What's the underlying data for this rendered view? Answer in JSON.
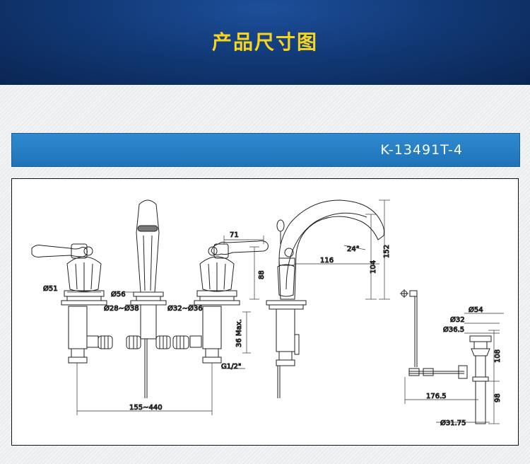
{
  "header": {
    "title": "产品尺寸图"
  },
  "model_bar": {
    "model": "K-13491T-4"
  },
  "dimensions": {
    "d51": "Ø51",
    "d56": "Ø56",
    "d28_38": "Ø28~Ø38",
    "d32_36": "Ø32~Ø36",
    "w71": "71",
    "h88": "88",
    "max36": "36 Max.",
    "g12": "G1/2\"",
    "span": "155~440",
    "angle": "24°",
    "reach": "116",
    "h104": "104",
    "h152": "152",
    "d54": "Ø54",
    "d32": "Ø32",
    "d36_5": "Ø36.5",
    "h108": "108",
    "l176_5": "176.5",
    "h98": "98",
    "d31_75": "Ø31.75"
  }
}
